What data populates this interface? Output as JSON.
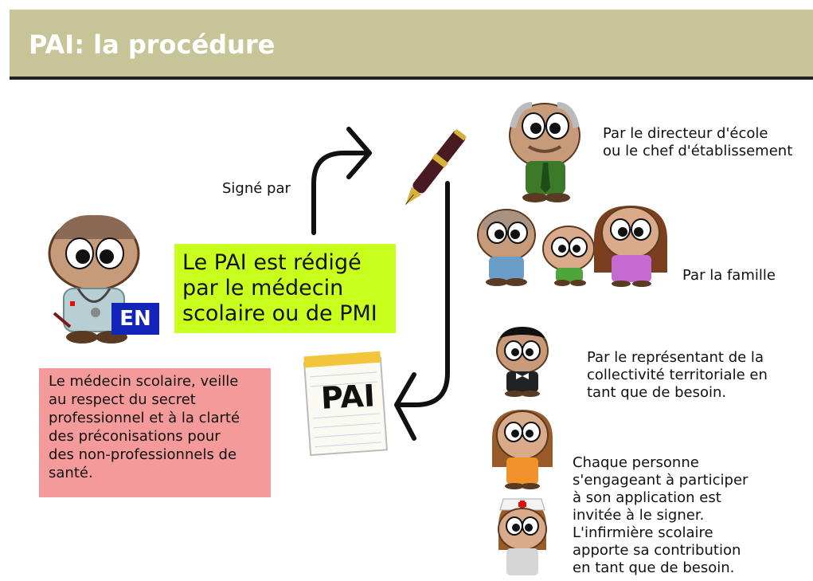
{
  "header": {
    "title": "PAI: la procédure"
  },
  "signed_by": "Signé par",
  "green_box": {
    "lines": [
      "Le PAI est rédigé",
      "par le médecin",
      "scolaire ou de PMI"
    ]
  },
  "en_badge": "EN",
  "pink_box": {
    "lines": [
      "Le médecin scolaire, veille",
      "au respect du secret",
      "professionnel et à la clarté",
      "des préconisations pour",
      "des non-professionnels de",
      "santé."
    ]
  },
  "pai_note": "PAI",
  "labels": {
    "director": [
      "Par le directeur d'école",
      "ou le chef d'établissement"
    ],
    "family": "Par la famille",
    "collectivity": [
      "Par le représentant de la",
      "collectivité territoriale en",
      "tant que de besoin."
    ],
    "everyone": [
      "Chaque personne",
      "s'engageant à participer",
      "à son application est",
      "invitée à le signer.",
      "L'infirmière scolaire",
      "apporte sa contribution",
      "en tant que de besoin."
    ]
  },
  "colors": {
    "header_bg": "#c7c497",
    "green_box": "#c8ff1c",
    "pink_box": "#f59a9a",
    "en_badge": "#1325b8"
  },
  "icons": [
    "doctor-icon",
    "pen-icon",
    "director-icon",
    "family-icon",
    "representative-icon",
    "girl-icon",
    "nurse-icon",
    "document-icon"
  ]
}
